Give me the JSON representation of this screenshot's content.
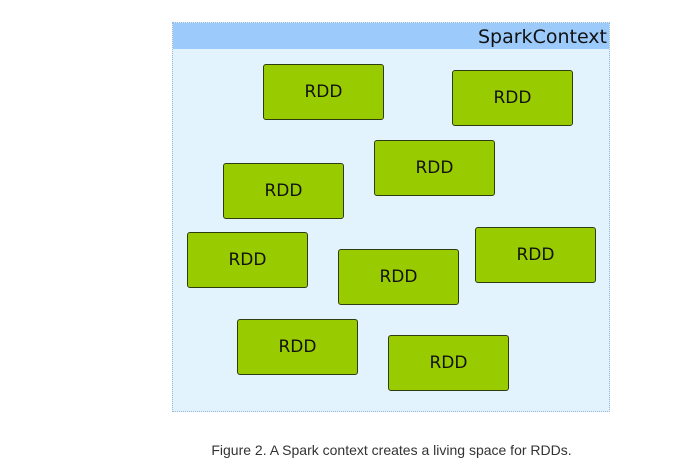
{
  "diagram": {
    "container_label": "SparkContext",
    "node_label": "RDD",
    "node_count": 9
  },
  "caption": "Figure 2. A Spark context creates a living space for RDDs.",
  "colors": {
    "context_background": "#e3f3fd",
    "context_header": "#9ccafb",
    "rdd_fill": "#99cc00",
    "rdd_border": "#2f3b10"
  }
}
